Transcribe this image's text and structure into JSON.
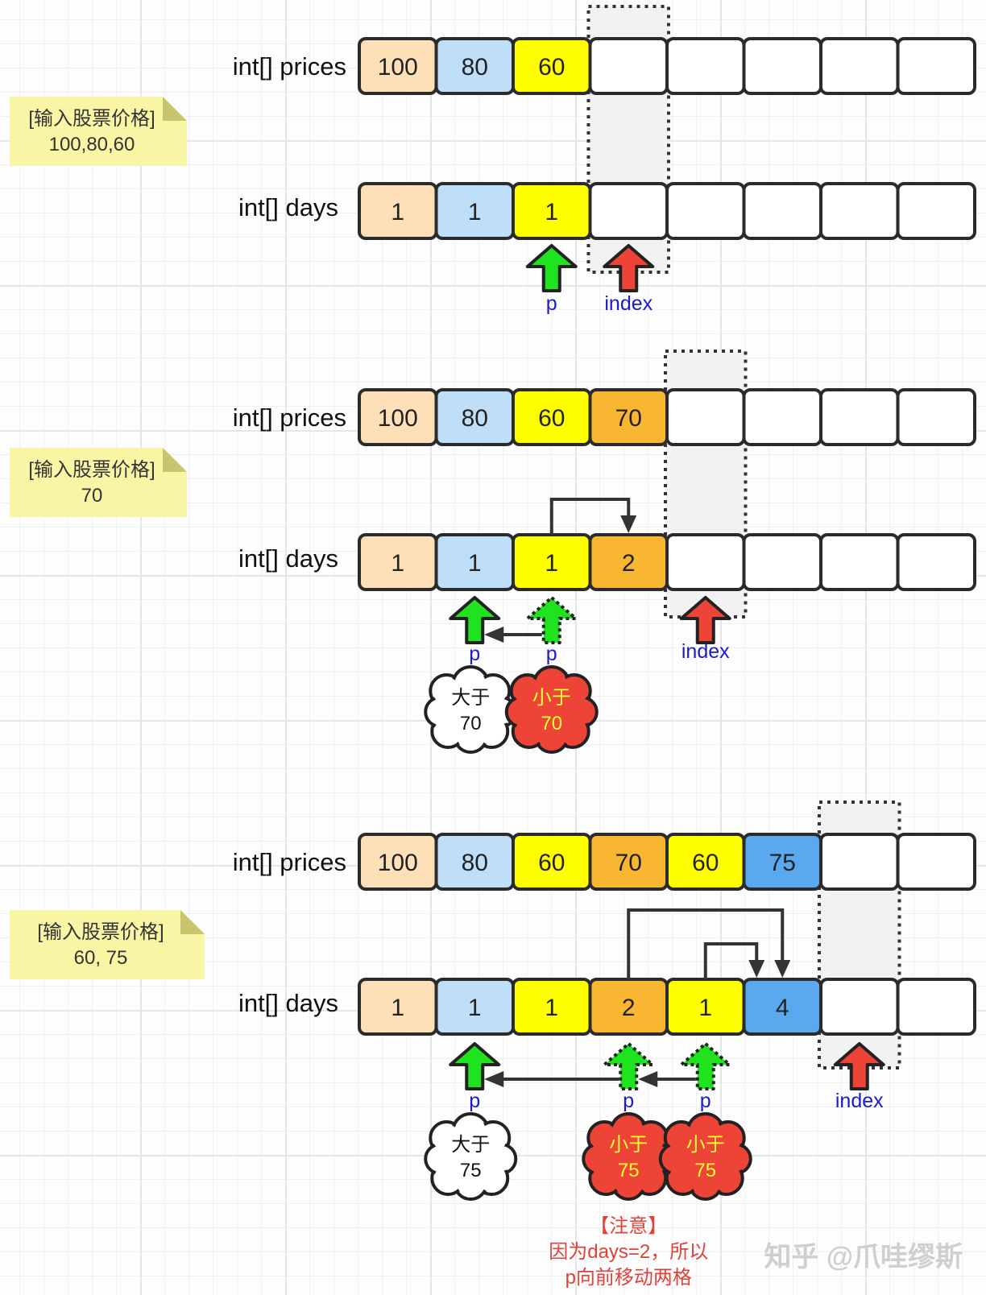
{
  "colors": {
    "peach": "#fde0b7",
    "lightblue": "#bfdff8",
    "yellow": "#ffff00",
    "orange": "#f8b631",
    "blue": "#5aa9ee",
    "white": "#ffffff",
    "green_arrow": "#1fe31f",
    "red_arrow": "#ee4438",
    "pointer_text": "#1a1ad0",
    "note_bg": "#f8f6a5",
    "cloud_red": "#ee4438",
    "cloud_red_text": "#ffff33",
    "warning_text": "#e0423a"
  },
  "labels": {
    "prices": "int[] prices",
    "days": "int[] days",
    "p": "p",
    "index": "index"
  },
  "panels": [
    {
      "note": {
        "title": "[输入股票价格]",
        "value": "100,80,60"
      },
      "prices": [
        {
          "v": "100",
          "c": "peach"
        },
        {
          "v": "80",
          "c": "lightblue"
        },
        {
          "v": "60",
          "c": "yellow"
        },
        {
          "v": "",
          "c": "white"
        },
        {
          "v": "",
          "c": "white"
        },
        {
          "v": "",
          "c": "white"
        },
        {
          "v": "",
          "c": "white"
        },
        {
          "v": "",
          "c": "white"
        }
      ],
      "days": [
        {
          "v": "1",
          "c": "peach"
        },
        {
          "v": "1",
          "c": "lightblue"
        },
        {
          "v": "1",
          "c": "yellow"
        },
        {
          "v": "",
          "c": "white"
        },
        {
          "v": "",
          "c": "white"
        },
        {
          "v": "",
          "c": "white"
        },
        {
          "v": "",
          "c": "white"
        },
        {
          "v": "",
          "c": "white"
        }
      ],
      "index_cell": 3,
      "pointers": [
        {
          "cell": 2,
          "style": "solid"
        }
      ],
      "pointer_moves": [],
      "day_links": [],
      "clouds": []
    },
    {
      "note": {
        "title": "[输入股票价格]",
        "value": "70"
      },
      "prices": [
        {
          "v": "100",
          "c": "peach"
        },
        {
          "v": "80",
          "c": "lightblue"
        },
        {
          "v": "60",
          "c": "yellow"
        },
        {
          "v": "70",
          "c": "orange"
        },
        {
          "v": "",
          "c": "white"
        },
        {
          "v": "",
          "c": "white"
        },
        {
          "v": "",
          "c": "white"
        },
        {
          "v": "",
          "c": "white"
        }
      ],
      "days": [
        {
          "v": "1",
          "c": "peach"
        },
        {
          "v": "1",
          "c": "lightblue"
        },
        {
          "v": "1",
          "c": "yellow"
        },
        {
          "v": "2",
          "c": "orange"
        },
        {
          "v": "",
          "c": "white"
        },
        {
          "v": "",
          "c": "white"
        },
        {
          "v": "",
          "c": "white"
        },
        {
          "v": "",
          "c": "white"
        }
      ],
      "index_cell": 4,
      "pointers": [
        {
          "cell": 1,
          "style": "solid"
        },
        {
          "cell": 2,
          "style": "dashed"
        }
      ],
      "pointer_moves": [
        {
          "from": 2,
          "to": 1
        }
      ],
      "day_links": [
        {
          "from": 2,
          "to": 3,
          "level": 0
        }
      ],
      "clouds": [
        {
          "cell": 1,
          "type": "white",
          "line1": "大于",
          "line2": "70"
        },
        {
          "cell": 2,
          "type": "red",
          "line1": "小于",
          "line2": "70"
        }
      ]
    },
    {
      "note": {
        "title": "[输入股票价格]",
        "value": "60, 75"
      },
      "prices": [
        {
          "v": "100",
          "c": "peach"
        },
        {
          "v": "80",
          "c": "lightblue"
        },
        {
          "v": "60",
          "c": "yellow"
        },
        {
          "v": "70",
          "c": "orange"
        },
        {
          "v": "60",
          "c": "yellow"
        },
        {
          "v": "75",
          "c": "blue"
        },
        {
          "v": "",
          "c": "white"
        },
        {
          "v": "",
          "c": "white"
        }
      ],
      "days": [
        {
          "v": "1",
          "c": "peach"
        },
        {
          "v": "1",
          "c": "lightblue"
        },
        {
          "v": "1",
          "c": "yellow"
        },
        {
          "v": "2",
          "c": "orange"
        },
        {
          "v": "1",
          "c": "yellow"
        },
        {
          "v": "4",
          "c": "blue"
        },
        {
          "v": "",
          "c": "white"
        },
        {
          "v": "",
          "c": "white"
        }
      ],
      "index_cell": 6,
      "pointers": [
        {
          "cell": 1,
          "style": "solid"
        },
        {
          "cell": 3,
          "style": "dashed"
        },
        {
          "cell": 4,
          "style": "dashed"
        }
      ],
      "pointer_moves": [
        {
          "from": 3,
          "to": 1
        },
        {
          "from": 4,
          "to": 3
        }
      ],
      "day_links": [
        {
          "from": 3,
          "to": 5,
          "level": 1
        },
        {
          "from": 4,
          "to": 5,
          "level": 0
        }
      ],
      "clouds": [
        {
          "cell": 1,
          "type": "white",
          "line1": "大于",
          "line2": "75"
        },
        {
          "cell": 3,
          "type": "red",
          "line1": "小于",
          "line2": "75"
        },
        {
          "cell": 4,
          "type": "red",
          "line1": "小于",
          "line2": "75"
        }
      ],
      "warning": {
        "title": "【注意】",
        "line1": "因为days=2，所以",
        "line2": "p向前移动两格"
      }
    }
  ],
  "watermark": "知乎 @爪哇缪斯"
}
